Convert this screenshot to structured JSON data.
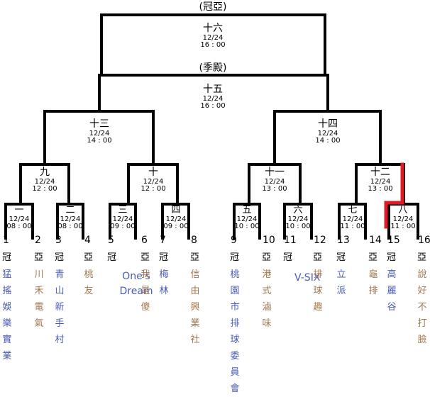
{
  "colors": {
    "line": "#000000",
    "highlight": "#e01b24",
    "blue": "#4a5bb5",
    "brown": "#a07850"
  },
  "bracket": {
    "matches": [
      {
        "id": "1",
        "name": "一",
        "date": "12/24",
        "time": "08 : 00"
      },
      {
        "id": "2",
        "name": "二",
        "date": "12/24",
        "time": "08 : 00"
      },
      {
        "id": "3",
        "name": "三",
        "date": "12/24",
        "time": "09 : 00"
      },
      {
        "id": "4",
        "name": "四",
        "date": "12/24",
        "time": "09 : 00"
      },
      {
        "id": "5",
        "name": "五",
        "date": "12/24",
        "time": "10 : 00"
      },
      {
        "id": "6",
        "name": "六",
        "date": "12/24",
        "time": "10 : 00"
      },
      {
        "id": "7",
        "name": "七",
        "date": "12/24",
        "time": "11 : 00"
      },
      {
        "id": "8",
        "name": "八",
        "date": "12/24",
        "time": "11 : 00"
      },
      {
        "id": "9",
        "name": "九",
        "date": "12/24",
        "time": "12 : 00"
      },
      {
        "id": "10",
        "name": "十",
        "date": "12/24",
        "time": "12 : 00"
      },
      {
        "id": "11",
        "name": "十一",
        "date": "12/24",
        "time": "13 : 00"
      },
      {
        "id": "12",
        "name": "十二",
        "date": "12/24",
        "time": "13 : 00"
      },
      {
        "id": "13",
        "name": "十三",
        "date": "12/24",
        "time": "14 : 00"
      },
      {
        "id": "14",
        "name": "十四",
        "date": "12/24",
        "time": "14 : 00"
      },
      {
        "id": "15",
        "name": "十五",
        "date": "12/24",
        "time": "16 : 00"
      },
      {
        "id": "16",
        "name": "十六",
        "date": "12/24",
        "time": "16 : 00"
      }
    ],
    "final_header": "(冠亞)",
    "third_place_header": "(季殿)"
  },
  "teams": [
    {
      "seed": "1",
      "role": "冠",
      "name": "猛搖娛樂實業",
      "color": "blue"
    },
    {
      "seed": "2",
      "role": "亞",
      "name": "川禾電氣",
      "color": "brown"
    },
    {
      "seed": "3",
      "role": "冠",
      "name": "青山新手村",
      "color": "blue"
    },
    {
      "seed": "4",
      "role": "亞",
      "name": "桃友",
      "color": "brown"
    },
    {
      "seed": "5",
      "role": "冠",
      "name": "One's Dream",
      "color": "blue"
    },
    {
      "seed": "6",
      "role": "亞",
      "name": "我是傻",
      "color": "brown"
    },
    {
      "seed": "7",
      "role": "冠",
      "name": "梅林",
      "color": "blue"
    },
    {
      "seed": "8",
      "role": "亞",
      "name": "信由興業社",
      "color": "brown"
    },
    {
      "seed": "9",
      "role": "冠",
      "name": "桃園市排球委員會",
      "color": "blue"
    },
    {
      "seed": "10",
      "role": "亞",
      "name": "港式滷味",
      "color": "brown"
    },
    {
      "seed": "11",
      "role": "冠",
      "name": "V-SIX",
      "color": "blue"
    },
    {
      "seed": "12",
      "role": "亞",
      "name": "排球趣",
      "color": "brown"
    },
    {
      "seed": "13",
      "role": "冠",
      "name": "立派",
      "color": "blue"
    },
    {
      "seed": "14",
      "role": "亞",
      "name": "龜排",
      "color": "brown"
    },
    {
      "seed": "15",
      "role": "冠",
      "name": "高麗谷",
      "color": "blue"
    },
    {
      "seed": "16",
      "role": "亞",
      "name": "說好不打臉",
      "color": "brown"
    }
  ]
}
